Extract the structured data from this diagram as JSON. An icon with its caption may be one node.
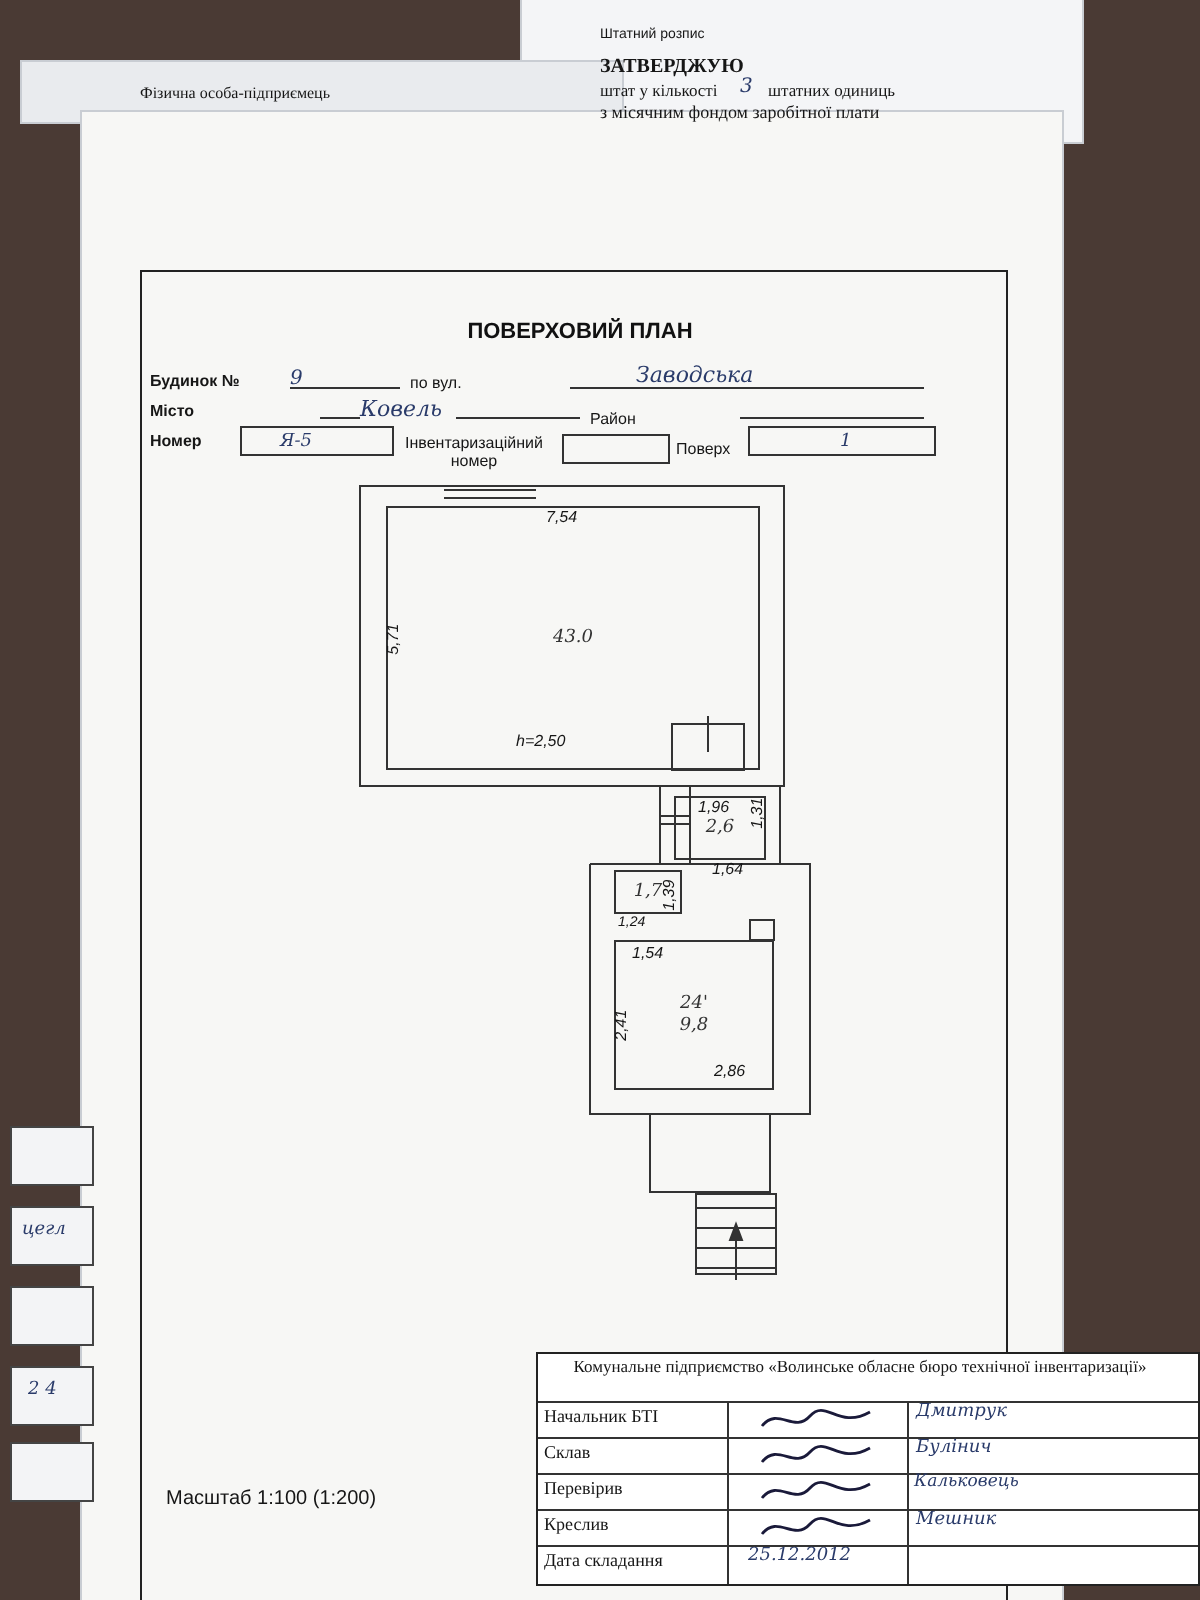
{
  "diagram": {
    "title": "ПОВЕРХОВИЙ ПЛАН",
    "nodes": [
      {
        "text": [
          "43.0"
        ]
      },
      {
        "text": [
          "2,6"
        ]
      },
      {
        "text": [
          "1,7"
        ]
      },
      {
        "text": [
          "24'",
          "9,8"
        ]
      }
    ],
    "edges": [],
    "labels": [
      "Штатний розпис",
      "ЗАТВЕРДЖУЮ",
      "штат у кількості",
      "3",
      "штатних одиниць",
      "Фізична особа-підприємець",
      "з місячним фондом заробітної плати",
      "Будинок №",
      "9",
      "по вул.",
      "Заводська",
      "Місто",
      "Ковель",
      "Район",
      "Номер",
      "Я-5",
      "Інвентаризаційний номер",
      "Поверх",
      "1",
      "7,54",
      "5,71",
      "h=2,50",
      "1,96",
      "1,31",
      "1,64",
      "1,39",
      "1,24",
      "1,54",
      "2,41",
      "2,86",
      "цегл",
      "2 4",
      "Масштаб 1:100 (1:200)",
      "Комунальне підприємство «Волинське обласне бюро технічної інвентаризації»",
      "Начальник БТІ",
      "Дмитрук",
      "Склав",
      "Булінич",
      "Перевірив",
      "Кальковець",
      "Креслив",
      "Мешник",
      "Дата складання",
      "25.12.2012"
    ]
  }
}
